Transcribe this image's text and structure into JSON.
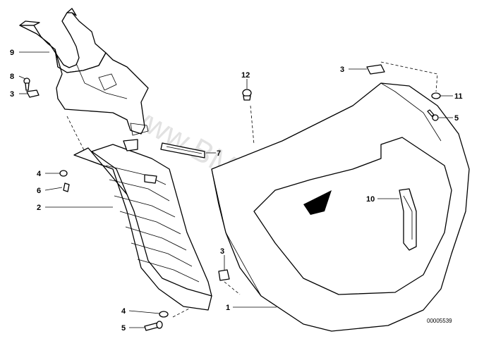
{
  "diagram": {
    "watermark": "www.BMWstore.pl",
    "reference_code": "00005539",
    "callouts": [
      {
        "id": "c9",
        "label": "9"
      },
      {
        "id": "c8",
        "label": "8"
      },
      {
        "id": "c3a",
        "label": "3"
      },
      {
        "id": "c4a",
        "label": "4"
      },
      {
        "id": "c6",
        "label": "6"
      },
      {
        "id": "c2",
        "label": "2"
      },
      {
        "id": "c12",
        "label": "12"
      },
      {
        "id": "c7",
        "label": "7"
      },
      {
        "id": "c3b",
        "label": "3"
      },
      {
        "id": "c11",
        "label": "11"
      },
      {
        "id": "c5a",
        "label": "5"
      },
      {
        "id": "c10",
        "label": "10"
      },
      {
        "id": "c3c",
        "label": "3"
      },
      {
        "id": "c1",
        "label": "1"
      },
      {
        "id": "c4b",
        "label": "4"
      },
      {
        "id": "c5b",
        "label": "5"
      }
    ]
  }
}
